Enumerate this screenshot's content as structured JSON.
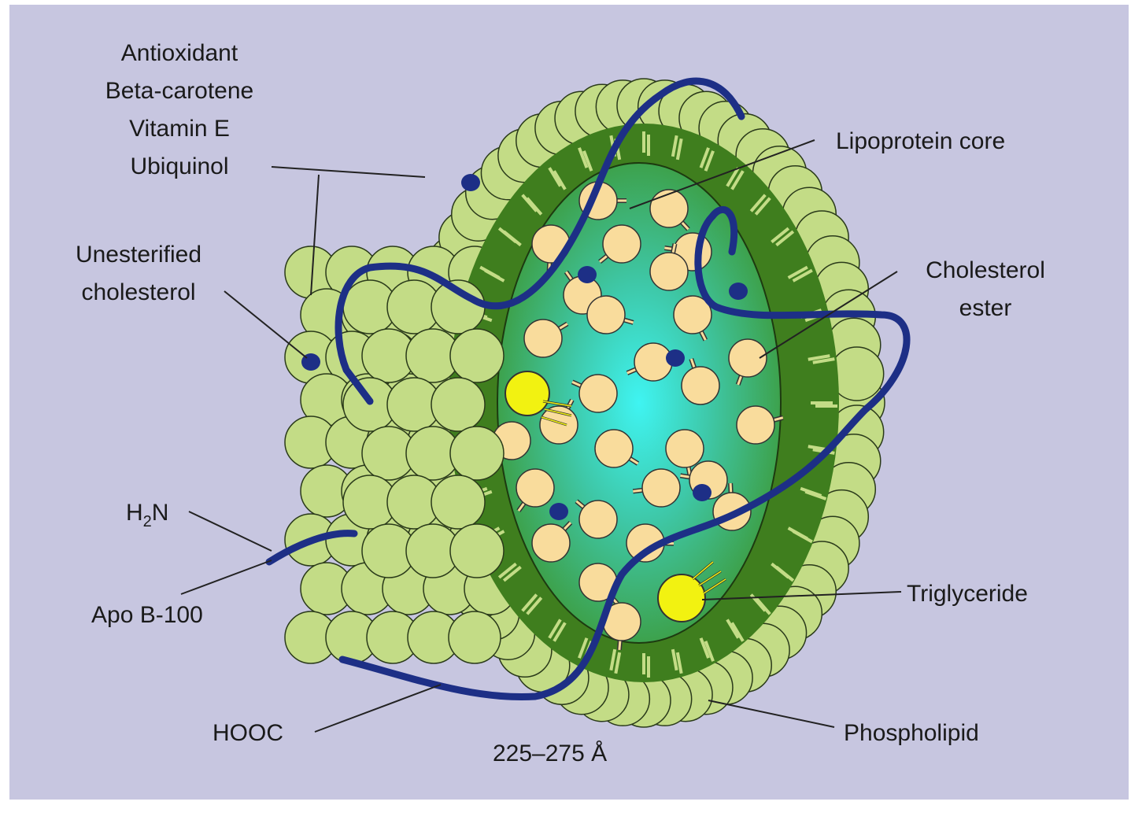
{
  "colors": {
    "background": "#c7c6e0",
    "phospholipid": "#c3dc86",
    "shell_dark": "#3f7e1e",
    "core_edge": "#3d9a3a",
    "core_center": "#3ff0f0",
    "cholesterol_ester": "#f9dc9c",
    "triglyceride": "#f2f211",
    "apo_b": "#1d2f86",
    "antioxidant_dot": "#1d2f86"
  },
  "labels": {
    "antioxidant": [
      "Antioxidant",
      "Beta-carotene",
      "Vitamin E",
      "Ubiquinol"
    ],
    "unesterified": [
      "Unesterified",
      "cholesterol"
    ],
    "lipoprotein_core": "Lipoprotein core",
    "cholesterol_ester": [
      "Cholesterol",
      "ester"
    ],
    "h2n_main": "H",
    "h2n_sub": "2",
    "h2n_tail": "N",
    "apo_b": "Apo B-100",
    "triglyceride": "Triglyceride",
    "hooc": "HOOC",
    "size": "225–275 Å",
    "phospholipid": "Phospholipid"
  }
}
